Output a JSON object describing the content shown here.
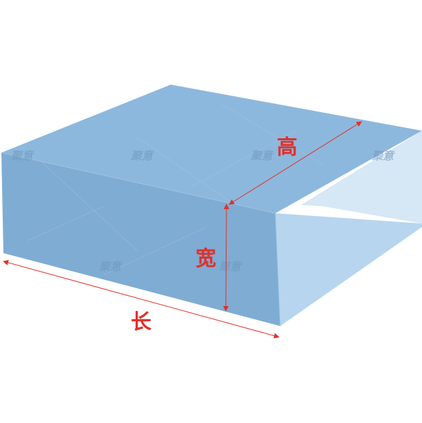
{
  "diagram": {
    "labels": {
      "length": "长",
      "width": "宽",
      "height": "高"
    },
    "watermark": "聚意",
    "colors": {
      "front_face": "#7facd3",
      "top_face": "#8db8dd",
      "right_face": "#b7d5ee",
      "inner_face": "#d6e7f5",
      "annotation": "#e0312b",
      "watermark": "#6f97bd"
    }
  }
}
